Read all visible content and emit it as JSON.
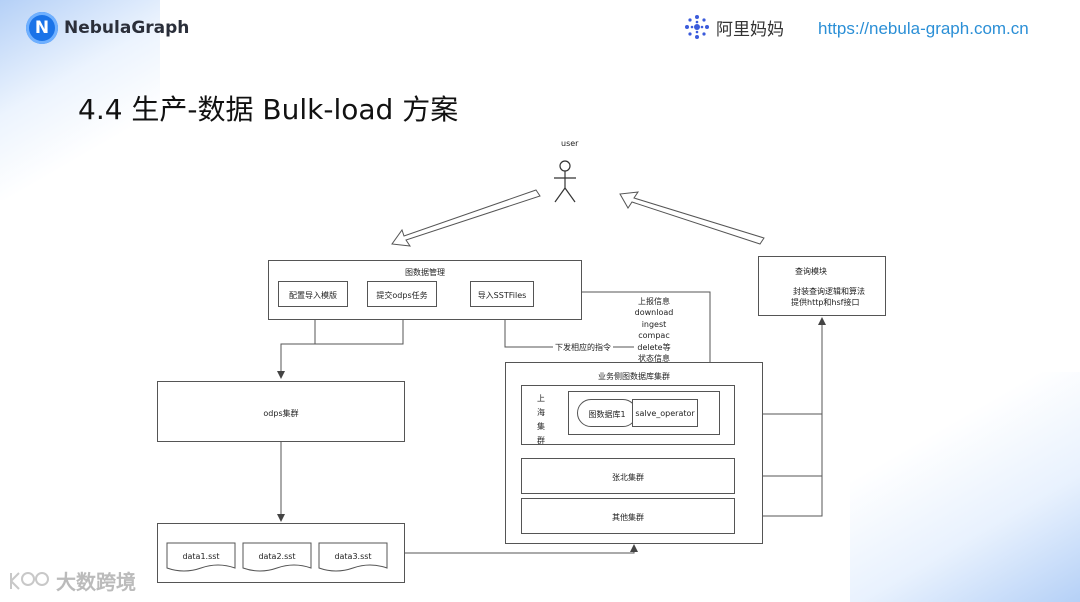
{
  "header": {
    "logo_text": "NebulaGraph",
    "partner": "阿里妈妈",
    "url": "https://nebula-graph.com.cn"
  },
  "title": "4.4 生产-数据 Bulk-load 方案",
  "diagram": {
    "user": "user",
    "mgmt": {
      "title": "图数据管理",
      "btn1": "配置导入模版",
      "btn2": "提交odps任务",
      "btn3": "导入SSTFiles"
    },
    "query": {
      "title": "查询模块",
      "line1": "封装查询逻辑和算法",
      "line2": "提供http和hsf接口"
    },
    "report": [
      "上报信息",
      "download",
      "ingest",
      "compac",
      "delete等",
      "状态信息"
    ],
    "instruction": "下发相应的指令",
    "odps": "odps集群",
    "biz": {
      "title": "业务侧图数据库集群",
      "shanghai": "上\n海\n集\n群",
      "db1": "图数据库1",
      "operator": "salve_operator",
      "zhangbei": "张北集群",
      "other": "其他集群"
    },
    "files": [
      "data1.sst",
      "data2.sst",
      "data3.sst"
    ]
  },
  "watermark": "大数跨境"
}
